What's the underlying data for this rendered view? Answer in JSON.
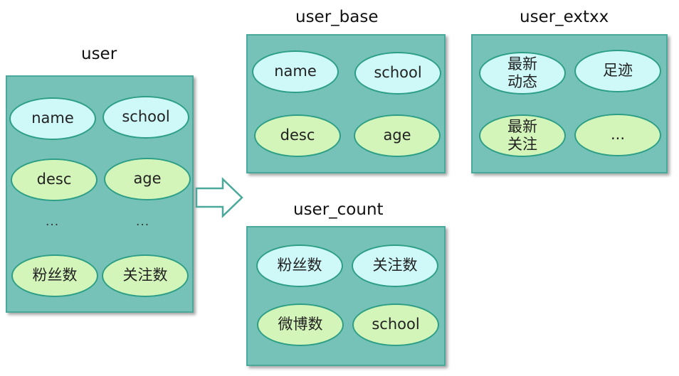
{
  "user": {
    "title": "user",
    "items": [
      "name",
      "school",
      "desc",
      "age",
      "...",
      "...",
      "粉丝数",
      "关注数"
    ]
  },
  "user_base": {
    "title": "user_base",
    "items": [
      "name",
      "school",
      "desc",
      "age"
    ]
  },
  "user_extxx": {
    "title": "user_extxx",
    "items": [
      "最新\n动态",
      "足迹",
      "最新\n关注",
      "..."
    ]
  },
  "user_count": {
    "title": "user_count",
    "items": [
      "粉丝数",
      "关注数",
      "微博数",
      "school"
    ]
  },
  "colors": {
    "box_fill": "#76c2b8",
    "ellipse_cyan": "#cff8f8",
    "ellipse_green": "#d4f5b9",
    "outline": "#2d9f86"
  }
}
